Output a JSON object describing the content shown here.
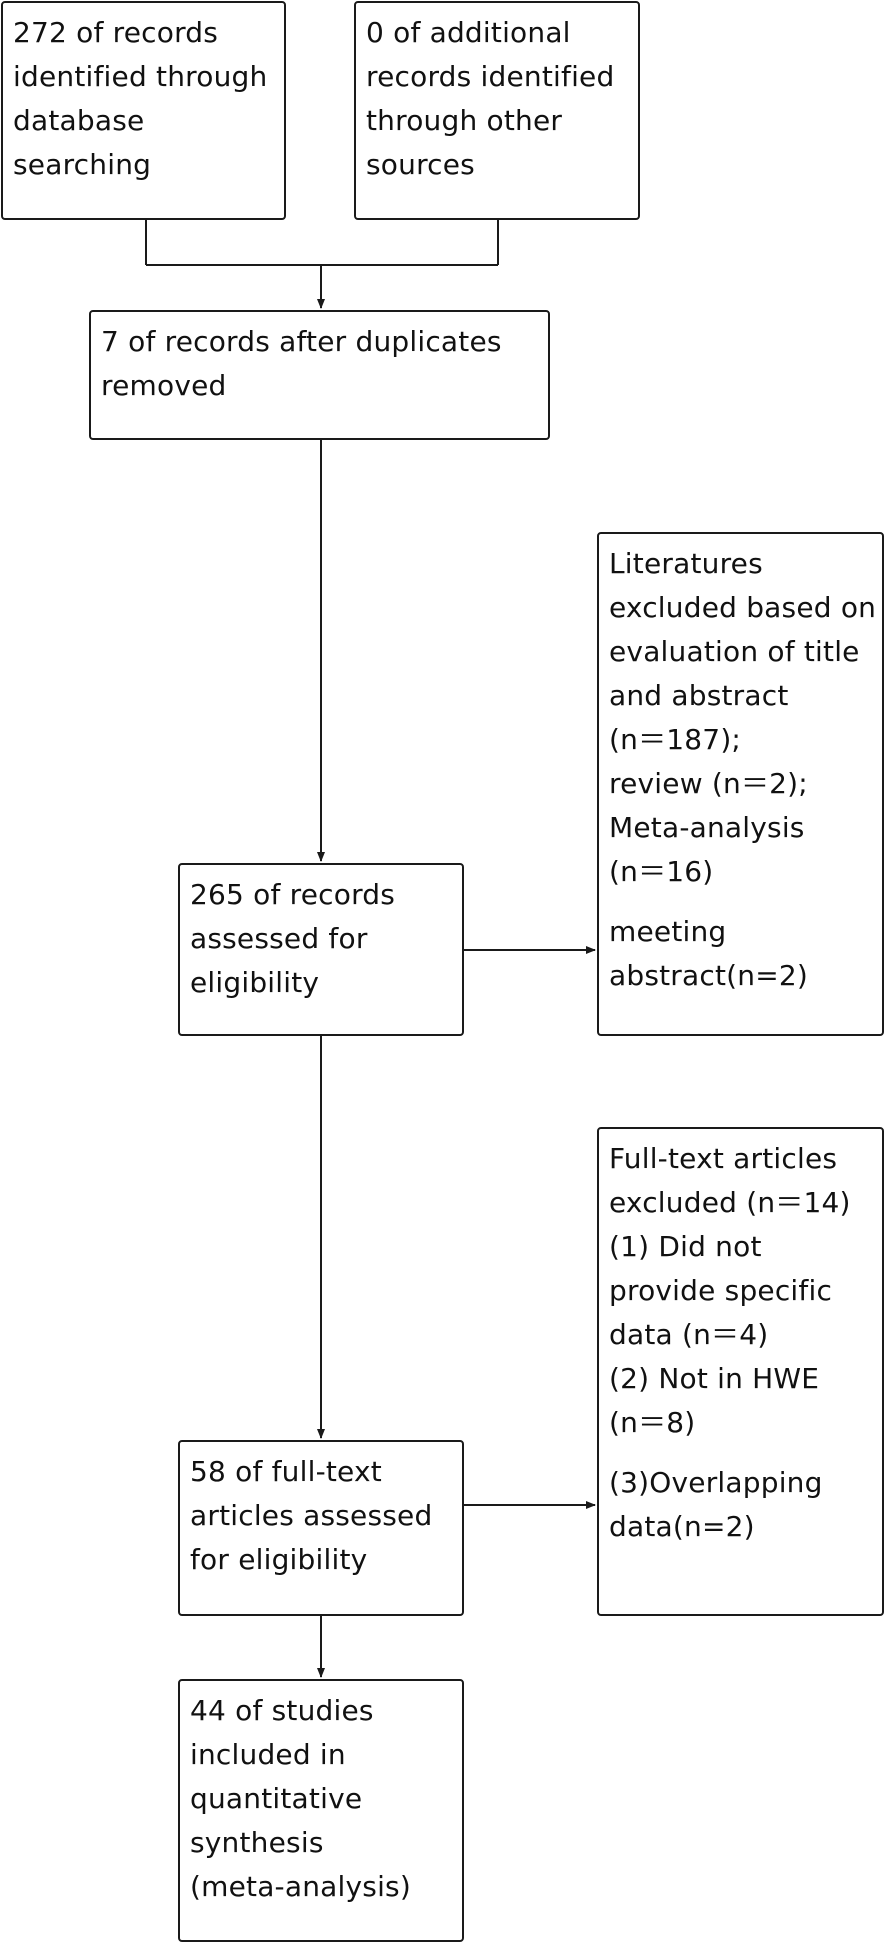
{
  "flowchart": {
    "identified_db": {
      "lines": [
        "272 of records",
        "identified through",
        "database",
        "searching"
      ]
    },
    "identified_other": {
      "lines": [
        "0 of additional",
        "records identified",
        "through other",
        "sources"
      ]
    },
    "duplicates_removed": {
      "lines": [
        "7 of records after duplicates",
        "removed"
      ]
    },
    "screened": {
      "lines": [
        "265 of records",
        "assessed for",
        "eligibility"
      ]
    },
    "excluded_screening": {
      "lines": [
        "Literatures",
        "excluded based on",
        "evaluation of title",
        "and abstract",
        "(n＝187);",
        "review (n＝2);",
        "Meta-analysis",
        "(n＝16)"
      ],
      "lines2": [
        "meeting",
        "abstract(n=2)"
      ]
    },
    "fulltext": {
      "lines": [
        "58 of full-text",
        "articles assessed",
        "for eligibility"
      ]
    },
    "excluded_fulltext": {
      "lines": [
        "Full-text articles",
        "excluded (n＝14)",
        "(1) Did not",
        "provide specific",
        "data (n＝4)",
        "(2) Not in HWE",
        "(n＝8)"
      ],
      "lines2": [
        "(3)Overlapping",
        "data(n=2)"
      ]
    },
    "included": {
      "lines": [
        "44 of studies",
        "included in",
        "quantitative",
        "synthesis",
        "(meta-analysis)"
      ]
    }
  }
}
